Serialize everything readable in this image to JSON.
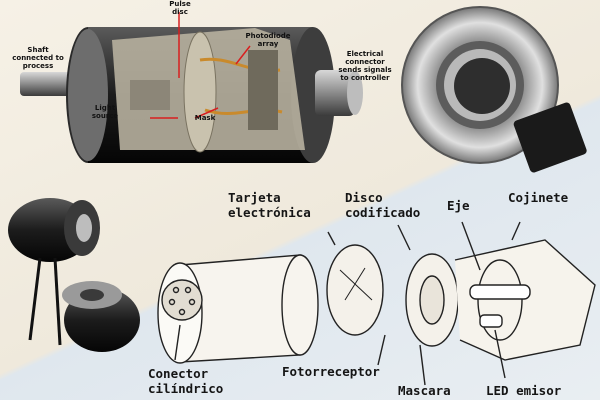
{
  "top_labels": {
    "pulse_disc": "Pulse\ndisc",
    "photodiode_array": "Photodiode\narray",
    "shaft": "Shaft\nconnected to\nprocess",
    "electrical_connector": "Electrical\nconnector\nsends signals\nto controller",
    "light_source": "Light\nsource",
    "mask": "Mask"
  },
  "bottom_labels": {
    "tarjeta": "Tarjeta\nelectrónica",
    "disco": "Disco\ncodificado",
    "eje": "Eje",
    "cojinete": "Cojinete",
    "conector": "Conector\ncilíndrico",
    "fotorreceptor": "Fotorreceptor",
    "mascara": "Mascara",
    "led": "LED emisor"
  }
}
